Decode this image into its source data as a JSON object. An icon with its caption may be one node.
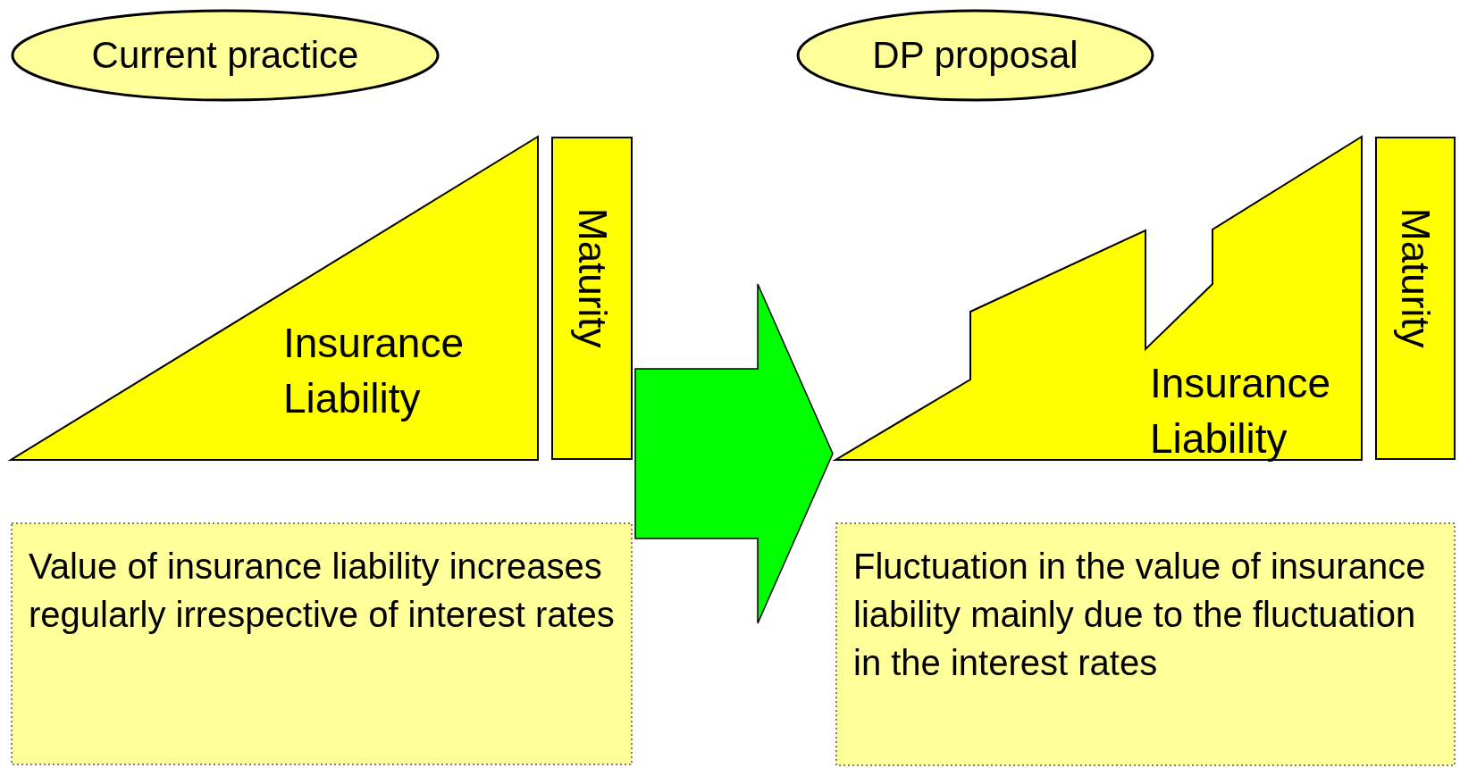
{
  "diagram": {
    "nodes": [
      {
        "text": [
          "Current practice"
        ]
      },
      {
        "text": [
          "DP proposal"
        ]
      },
      {
        "text": [
          "Insurance Liability"
        ]
      },
      {
        "text": [
          "Maturity"
        ]
      },
      {
        "text": [
          "Insurance Liability"
        ]
      },
      {
        "text": [
          "Maturity"
        ]
      },
      {
        "text": [
          "Value of insurance liability increases regularly irrespective of interest rates"
        ]
      },
      {
        "text": [
          "Fluctuation in the value of insurance liability mainly due to the fluctuation in the interest rates"
        ]
      }
    ],
    "edges": [
      {
        "from": 3,
        "to": 4,
        "arrow": "to",
        "style": "thick",
        "color": "#00ff00"
      }
    ]
  }
}
